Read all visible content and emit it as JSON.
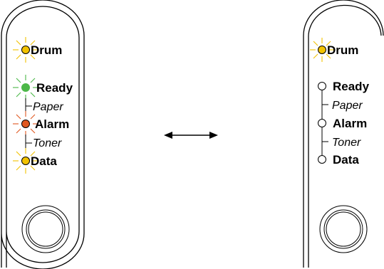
{
  "left_panel": {
    "drum_label": "Drum",
    "ready_label": "Ready",
    "paper_label": "Paper",
    "alarm_label": "Alarm",
    "toner_label": "Toner",
    "data_label": "Data",
    "leds": {
      "drum": {
        "state": "blinking",
        "color": "#f2c200"
      },
      "ready": {
        "state": "blinking",
        "color": "#4cb848"
      },
      "alarm": {
        "state": "blinking",
        "color": "#e0571f"
      },
      "data": {
        "state": "blinking",
        "color": "#f2c200"
      }
    }
  },
  "right_panel": {
    "drum_label": "Drum",
    "ready_label": "Ready",
    "paper_label": "Paper",
    "alarm_label": "Alarm",
    "toner_label": "Toner",
    "data_label": "Data",
    "leds": {
      "drum": {
        "state": "blinking",
        "color": "#f2c200"
      },
      "ready": {
        "state": "off",
        "color": "#ffffff"
      },
      "alarm": {
        "state": "off",
        "color": "#ffffff"
      },
      "data": {
        "state": "off",
        "color": "#ffffff"
      }
    }
  },
  "connector": {
    "type": "double-headed-arrow",
    "meaning": "alternating"
  }
}
